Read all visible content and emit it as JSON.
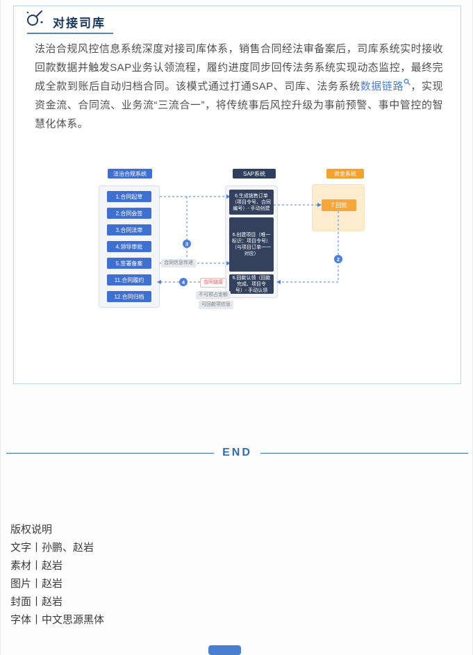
{
  "section": {
    "title": "对接司库",
    "paragraph": {
      "before_link": "法治合规风控信息系统深度对接司库体系，销售合同经法审备案后，司库系统实时接收回款数据并触发SAP业务认领流程，履约进度同步回传法务系统实现动态监控，最终完成全款到账后自动归档合同。该模式通过打通SAP、司库、法务系统",
      "link_text": "数据链路",
      "after_link": "，实现资金流、合同流、业务流“三流合一”，将传统事后风控升级为事前预警、事中管控的智慧化体系。"
    }
  },
  "diagram": {
    "legal": {
      "header": "法治合规系统",
      "boxes": [
        "1.合同起草",
        "2.合同会签",
        "3.合同法审",
        "4.领导审批",
        "5.签署备案",
        "11.合同履约",
        "12.合同归档"
      ]
    },
    "sap": {
      "header": "SAP系统",
      "boxes": [
        "6.生成销售订单（项目令号、合同编号）- 手动创建",
        "6.创建项目（唯一标识：项目令号）（与项目订单一一对应）",
        "6.回款认领（回款完成、项目令号）- 手动认领"
      ]
    },
    "fund": {
      "header": "资金系统",
      "boxes": [
        "7.回款"
      ]
    },
    "badges": {
      "step3": "3",
      "step2": "2",
      "step4": "4"
    },
    "labels": {
      "transfer": "合同信息传递",
      "contract_link": "合同链接",
      "occupied": "不可预占金额",
      "receivable": "可回款项信息"
    },
    "colors": {
      "legal": "#3f6fd1",
      "sap": "#33415c",
      "fund": "#f5a12d",
      "line": "#4d7fd6"
    }
  },
  "divider": {
    "label": "END"
  },
  "credits": {
    "title": "版权说明",
    "lines": [
      "文字丨孙鹏、赵岩",
      "素材丨赵岩",
      "图片丨赵岩",
      "封面丨赵岩",
      "字体丨中文思源黑体"
    ]
  }
}
